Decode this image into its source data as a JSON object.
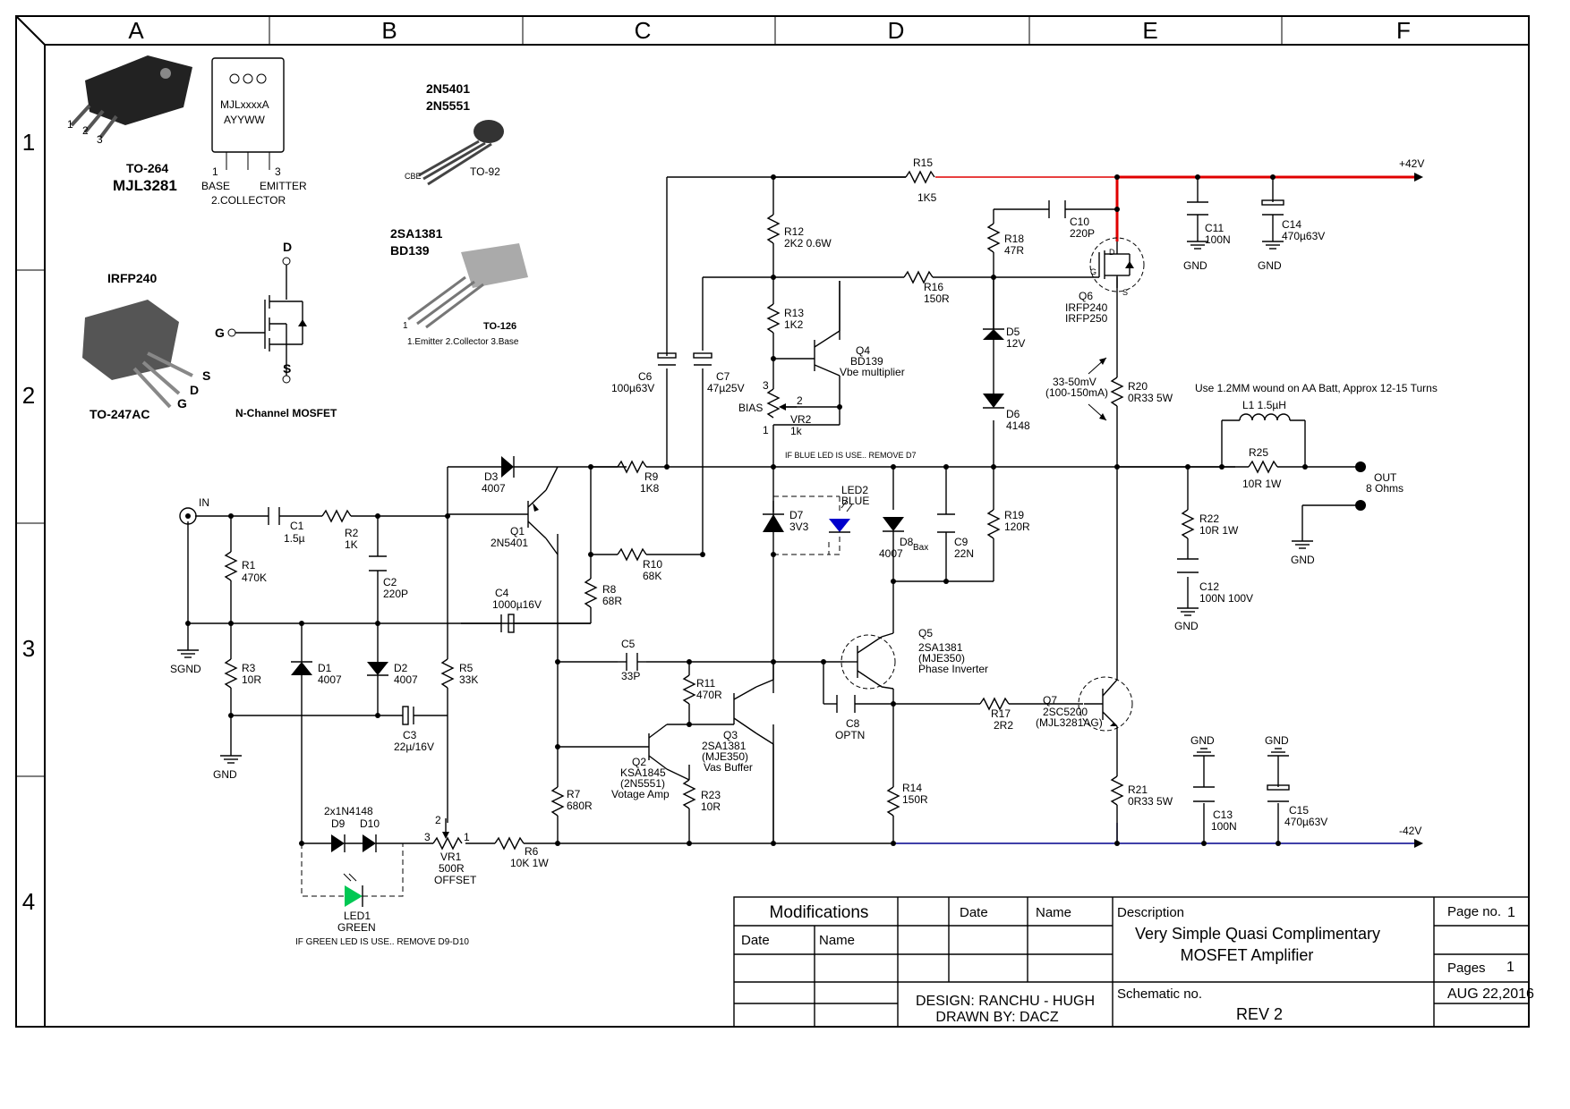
{
  "grid": {
    "columns": [
      "A",
      "B",
      "C",
      "D",
      "E",
      "F"
    ],
    "rows": [
      "1",
      "2",
      "3",
      "4"
    ]
  },
  "packages": {
    "to264_title": "TO-264",
    "to264_part": "MJL3281",
    "to264_chip_line1": "MJLxxxxA",
    "to264_chip_line2": "AYYWW",
    "to264_pin_labels": [
      "1",
      "2",
      "3"
    ],
    "to264_base": "BASE",
    "to264_emitter": "EMITTER",
    "to264_collector": "2.COLLECTOR",
    "to92_parts": [
      "2N5401",
      "2N5551"
    ],
    "to92_pkg": "TO-92",
    "to92_pins": "CBE",
    "to126_parts": [
      "2SA1381",
      "BD139"
    ],
    "to126_pkg": "TO-126",
    "to126_pins": "1.Emitter  2.Collector  3.Base",
    "to126_pin1": "1",
    "irf_part": "IRFP240",
    "irf_pkg": "TO-247AC",
    "irf_pins": [
      "G",
      "D",
      "S"
    ],
    "mosfet_caption": "N-Channel MOSFET",
    "mosfet_pins": [
      "D",
      "G",
      "S"
    ]
  },
  "rails": {
    "pos": "+42V",
    "neg": "-42V",
    "pos_color": "#e00000",
    "neg_color": "#00008b"
  },
  "labels": {
    "in": "IN",
    "sgnd": "SGND",
    "gnd": "GND",
    "out": "OUT",
    "out_load": "8 Ohms",
    "bias": "BIAS",
    "bax": "Bax",
    "bias_note": "33-50mV",
    "bias_note2": "(100-150mA)",
    "l1_note": "Use 1.2MM wound on AA Batt, Approx 12-15 Turns",
    "blue_led_note": "IF BLUE LED IS USE.. REMOVE D7",
    "green_led_note": "IF GREEN LED IS USE.. REMOVE D9-D10",
    "pin1": "1",
    "pin2": "2",
    "pin3": "3",
    "mos_d": "D",
    "mos_g": "G",
    "mos_s": "S"
  },
  "components": {
    "R1": [
      "R1",
      "470K"
    ],
    "R2": [
      "R2",
      "1K"
    ],
    "R3": [
      "R3",
      "10R"
    ],
    "R5": [
      "R5",
      "33K"
    ],
    "R6": [
      "R6",
      "10K 1W"
    ],
    "R7": [
      "R7",
      "680R"
    ],
    "R8": [
      "R8",
      "68R"
    ],
    "R9": [
      "R9",
      "1K8"
    ],
    "R10": [
      "R10",
      "68K"
    ],
    "R11": [
      "R11",
      "470R"
    ],
    "R12": [
      "R12",
      "2K2 0.6W"
    ],
    "R13": [
      "R13",
      "1K2"
    ],
    "R14": [
      "R14",
      "150R"
    ],
    "R15": [
      "R15",
      "1K5"
    ],
    "R16": [
      "R16",
      "150R"
    ],
    "R17": [
      "R17",
      "2R2"
    ],
    "R18": [
      "R18",
      "47R"
    ],
    "R19": [
      "R19",
      "120R"
    ],
    "R20": [
      "R20",
      "0R33 5W"
    ],
    "R21": [
      "R21",
      "0R33 5W"
    ],
    "R22": [
      "R22",
      "10R 1W"
    ],
    "R23": [
      "R23",
      "10R"
    ],
    "R25": [
      "R25",
      "10R 1W"
    ],
    "C1": [
      "C1",
      "1.5µ"
    ],
    "C2": [
      "C2",
      "220P"
    ],
    "C3": [
      "C3",
      "22µ/16V"
    ],
    "C4": [
      "C4",
      "1000µ16V"
    ],
    "C5": [
      "C5",
      "33P"
    ],
    "C6": [
      "C6",
      "100µ63V"
    ],
    "C7": [
      "C7",
      "47µ25V"
    ],
    "C8": [
      "C8",
      "OPTN"
    ],
    "C9": [
      "C9",
      "22N"
    ],
    "C10": [
      "C10",
      "220P"
    ],
    "C11": [
      "C11",
      "100N"
    ],
    "C12": [
      "C12",
      "100N 100V"
    ],
    "C13": [
      "C13",
      "100N"
    ],
    "C14": [
      "C14",
      "470µ63V"
    ],
    "C15": [
      "C15",
      "470µ63V"
    ],
    "D1": [
      "D1",
      "4007"
    ],
    "D2": [
      "D2",
      "4007"
    ],
    "D3": [
      "D3",
      "4007"
    ],
    "D5": [
      "D5",
      "12V"
    ],
    "D6": [
      "D6",
      "4148"
    ],
    "D7": [
      "D7",
      "3V3"
    ],
    "D8": [
      "D8",
      "4007"
    ],
    "D9": "D9",
    "D10": "D10",
    "D9D10_part": "2x1N4148",
    "LED1": [
      "LED1",
      "GREEN"
    ],
    "LED2": [
      "LED2",
      "BLUE"
    ],
    "L1": "L1  1.5µH",
    "VR1": [
      "VR1",
      "500R",
      "OFFSET"
    ],
    "VR2": [
      "VR2",
      "1k"
    ],
    "Q1": [
      "Q1",
      "2N5401"
    ],
    "Q2": [
      "Q2",
      "KSA1845",
      "(2N5551)",
      "Votage Amp"
    ],
    "Q3": [
      "Q3",
      "2SA1381",
      "(MJE350)",
      "Vas Buffer"
    ],
    "Q4": [
      "Q4",
      "BD139",
      "Vbe multiplier"
    ],
    "Q5": [
      "Q5",
      "2SA1381",
      "(MJE350)",
      "Phase Inverter"
    ],
    "Q6": [
      "Q6",
      "IRFP240",
      "IRFP250"
    ],
    "Q7": [
      "Q7",
      "2SC5200",
      "(MJL3281AG)"
    ]
  },
  "title_block": {
    "modifications": "Modifications",
    "date": "Date",
    "name": "Name",
    "date2": "Date",
    "name2": "Name",
    "description": "Description",
    "title_line1": "Very Simple Quasi Complimentary",
    "title_line2": "MOSFET Amplifier",
    "page_no_label": "Page no.",
    "page_no": "1",
    "pages_label": "Pages",
    "pages": "1",
    "design": "DESIGN: RANCHU - HUGH",
    "drawn": "DRAWN BY: DACZ",
    "schematic_no": "Schematic no.",
    "rev": "REV 2",
    "date_value": "AUG 22,2016"
  }
}
